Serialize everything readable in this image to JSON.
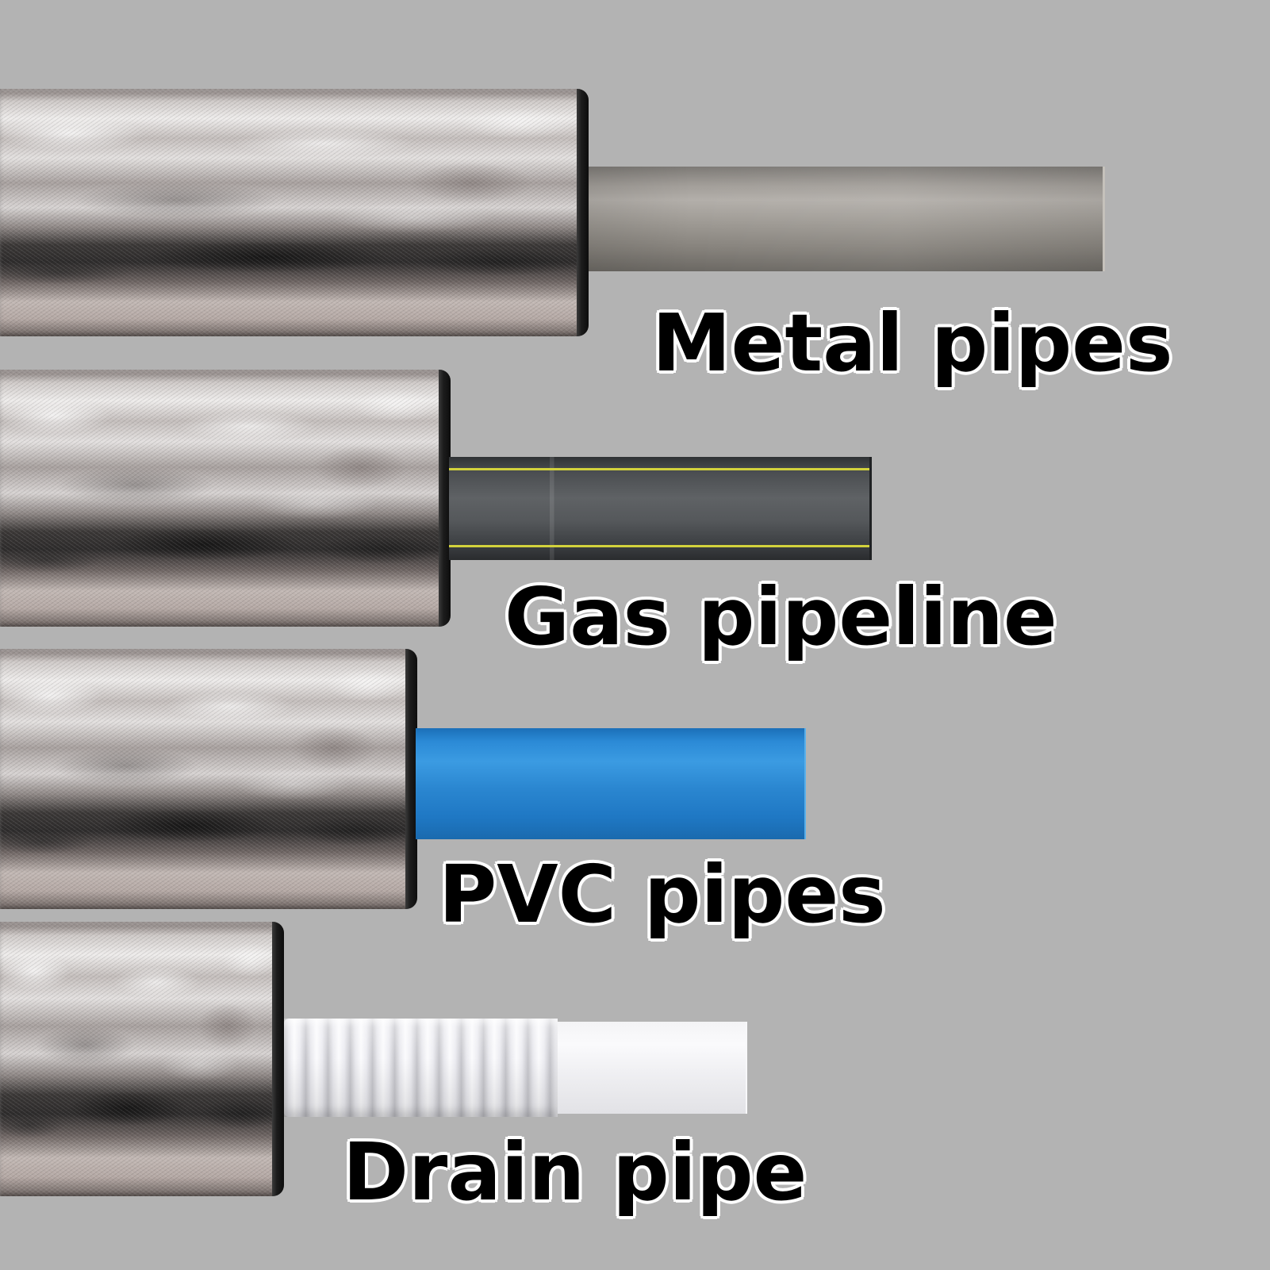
{
  "labels": {
    "metal": "Metal pipes",
    "gas": "Gas pipeline",
    "pvc": "PVC pipes",
    "drain": "Drain pipe"
  },
  "colors": {
    "background": "#b3b3b3",
    "label_text": "#000000",
    "label_outline": "#ffffff",
    "sleeve_rim": "#1c1c1c",
    "gas_stripe": "#d2d23c",
    "pvc_blue": "#2b8ad6",
    "drain_white": "#f4f4f6",
    "metal_gray": "#a29e99"
  }
}
